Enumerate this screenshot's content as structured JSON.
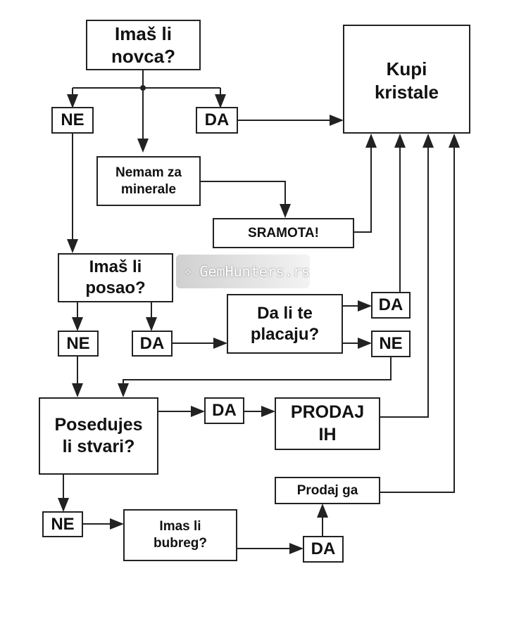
{
  "nodes": {
    "imas_novca": "Imaš li\nnovca?",
    "kupi": "Kupi\nkristale",
    "ne1": "NE",
    "da1": "DA",
    "nemam": "Nemam za\nminerale",
    "sramota": "SRAMOTA!",
    "posao": "Imaš li\nposao?",
    "placaju": "Da li te\nplacaju?",
    "da2": "DA",
    "ne2": "NE",
    "ne3": "NE",
    "da3": "DA",
    "stvari": "Posedujes\nli stvari?",
    "da4": "DA",
    "prodaj_ih": "PRODAJ\nIH",
    "prodaj_ga": "Prodaj ga",
    "ne5": "NE",
    "bubreg": "Imas li\nbubreg?",
    "da5": "DA"
  },
  "watermark": "GemHunters.rs",
  "colors": {
    "line": "#222222",
    "background": "#ffffff"
  }
}
